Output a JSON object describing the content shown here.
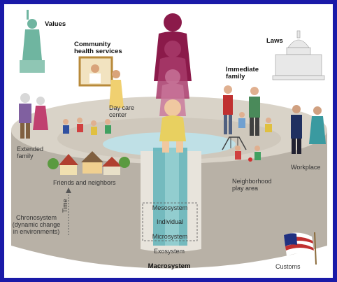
{
  "labels": {
    "values": "Values",
    "community_health": [
      "Community",
      "health services"
    ],
    "laws": "Laws",
    "immediate_family": [
      "Immediate",
      "family"
    ],
    "day_care": [
      "Day care",
      "center"
    ],
    "extended_family": [
      "Extended",
      "family"
    ],
    "friends_neighbors": "Friends and neighbors",
    "neighborhood_play": [
      "Neighborhood",
      "play area"
    ],
    "workplace": "Workplace",
    "chronosystem": [
      "Chronosystem",
      "(dynamic change",
      "in environments)"
    ],
    "time": "Time",
    "mesosystem": "Mesosystem",
    "individual": "Individual",
    "microsystem": "Microsystem",
    "exosystem": "Exosystem",
    "macrosystem": "Macrosystem",
    "customs": "Customs"
  },
  "colors": {
    "frame_border": "#1a1aa8",
    "cylinder_side": "#b8b1a6",
    "cylinder_top": "#d9d3c8",
    "pool": "#bfe0e6",
    "beam": "#5fb3b8",
    "silhouette": "#8b1a4a"
  }
}
